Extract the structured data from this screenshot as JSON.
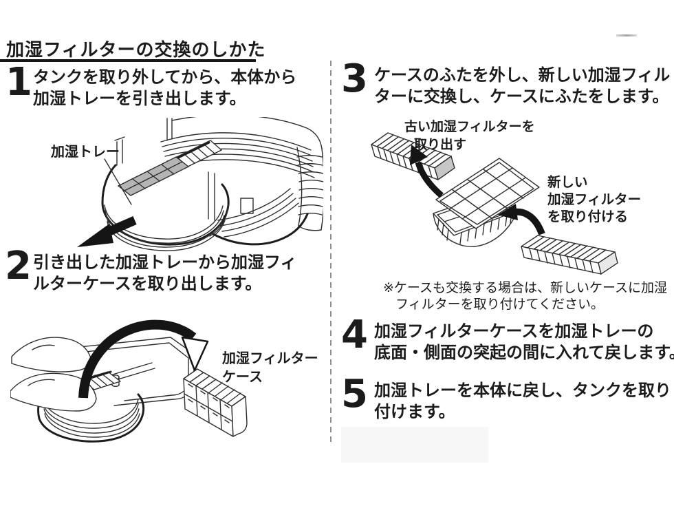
{
  "page": {
    "title": "加湿フィルターの交換のしかた"
  },
  "steps": [
    {
      "num": "1",
      "lines": [
        "タンクを取り外してから、本体から",
        "加湿トレーを引き出します。"
      ]
    },
    {
      "num": "2",
      "lines": [
        "引き出した加湿トレーから加湿フィ",
        "ルターケースを取り出します。"
      ]
    },
    {
      "num": "3",
      "lines": [
        "ケースのふたを外し、新しい加湿フィル",
        "ターに交換し、ケースにふたをします。"
      ]
    },
    {
      "num": "4",
      "lines": [
        "加湿フィルターケースを加湿トレーの",
        "底面・側面の突起の間に入れて戻します。"
      ]
    },
    {
      "num": "5",
      "lines": [
        "加湿トレーを本体に戻し、タンクを取り",
        "付けます。"
      ]
    }
  ],
  "labels": {
    "tray": "加湿トレー",
    "filter_case": [
      "加湿フィルター",
      "ケース"
    ],
    "old_filter": [
      "古い加湿フィルターを",
      "取り出す"
    ],
    "new_filter": [
      "新しい",
      "加湿フィルター",
      "を取り付ける"
    ]
  },
  "note": {
    "lines": [
      "※ケースも交換する場合は、新しいケースに加湿",
      "フィルターを取り付けてください。"
    ]
  },
  "colors": {
    "text": "#1b1b1b",
    "line_art": "#2e2e2e",
    "shade_gray": "#b5b5b5",
    "divider_gray": "#8f8f8f",
    "artifact_gray": "#f7f7f7"
  }
}
